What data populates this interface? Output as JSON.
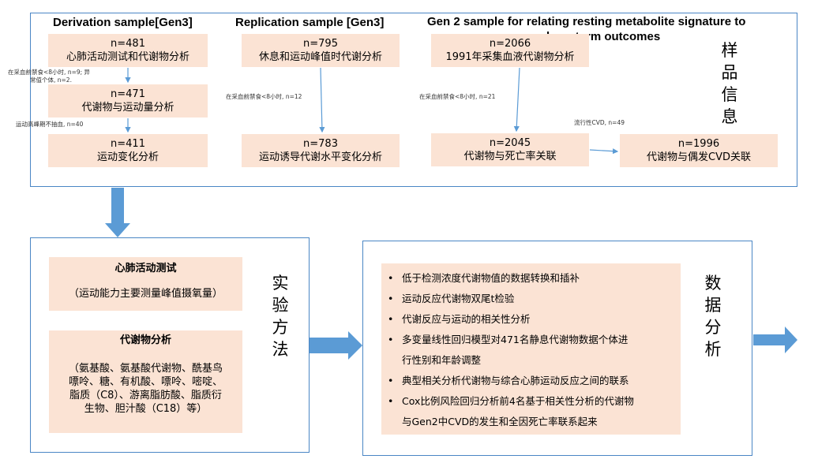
{
  "sample_section": {
    "headers": {
      "derivation": "Derivation sample[Gen3]",
      "replication": "Replication sample [Gen3]",
      "gen2_line1": "Gen 2 sample for relating resting metabolite signature to",
      "gen2_line2": "long-term outcomes"
    },
    "side_label": [
      "样",
      "品",
      "信",
      "息"
    ],
    "derivation": {
      "box1": {
        "n": "n=481",
        "label": "心肺活动测试和代谢物分析"
      },
      "note1_line1": "在采血前禁食<8小时, n=9; 异",
      "note1_line2": "常值个体, n=2.",
      "box2": {
        "n": "n=471",
        "label": "代谢物与运动量分析"
      },
      "note2": "运动高峰期不抽血, n=40",
      "box3": {
        "n": "n=411",
        "label": "运动变化分析"
      }
    },
    "replication": {
      "box1": {
        "n": "n=795",
        "label": "休息和运动峰值时代谢分析"
      },
      "note1": "在采血前禁食<8小时, n=12",
      "box2": {
        "n": "n=783",
        "label": "运动诱导代谢水平变化分析"
      }
    },
    "gen2": {
      "box1": {
        "n": "n=2066",
        "label": "1991年采集血液代谢物分析"
      },
      "note1": "在采血前禁食<8小时, n=21",
      "box2": {
        "n": "n=2045",
        "label": "代谢物与死亡率关联"
      },
      "note2": "流行性CVD, n=49",
      "box3": {
        "n": "n=1996",
        "label": "代谢物与偶发CVD关联"
      }
    }
  },
  "methods_section": {
    "side_label": [
      "实",
      "验",
      "方",
      "法"
    ],
    "cardio_title": "心肺活动测试",
    "cardio_desc": "（运动能力主要测量峰值摄氧量）",
    "metab_title": "代谢物分析",
    "metab_desc_lines": [
      "（氨基酸、氨基酸代谢物、酰基鸟",
      "嘌呤、糖、有机酸、嘌呤、嘧啶、",
      "脂质（C8）、游离脂肪酸、脂质衍",
      "生物、胆汁酸（C18）等）"
    ]
  },
  "analysis_section": {
    "side_label": [
      "数",
      "据",
      "分",
      "析"
    ],
    "bullets": [
      "低于检测浓度代谢物值的数据转换和插补",
      "运动反应代谢物双尾t检验",
      "代谢反应与运动的相关性分析",
      "多变量线性回归模型对471名静息代谢物数据个体进",
      "行性别和年龄调整",
      "典型相关分析代谢物与综合心肺运动反应之间的联系",
      "Cox比例风险回归分析前4名基于相关性分析的代谢物",
      "与Gen2中CVD的发生和全因死亡率联系起来"
    ]
  },
  "colors": {
    "border": "#4a86c5",
    "box_fill": "#fbe3d4",
    "arrow": "#5b9bd5"
  }
}
